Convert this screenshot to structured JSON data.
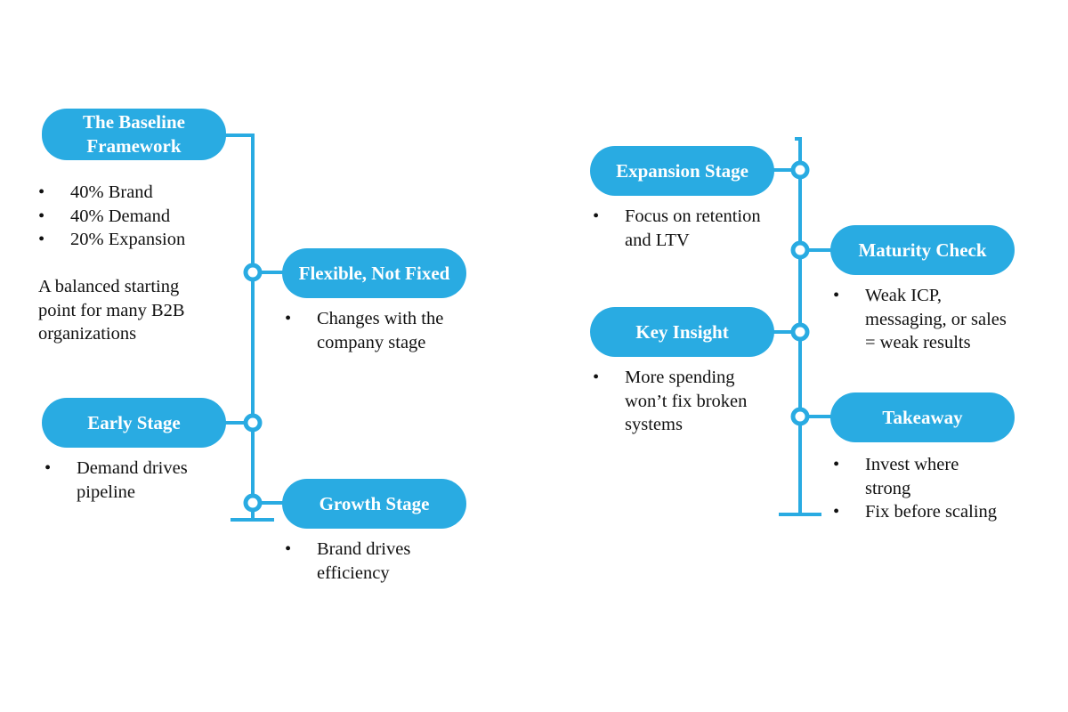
{
  "colors": {
    "accent": "#29abe2",
    "text": "#111111",
    "background": "#ffffff"
  },
  "left": {
    "baseline": {
      "title_line1": "The Baseline",
      "title_line2": "Framework",
      "bullets": [
        "40% Brand",
        "40% Demand",
        "20% Expansion"
      ],
      "note_line1": "A balanced starting",
      "note_line2": "point for many B2B",
      "note_line3": "organizations"
    },
    "flexible": {
      "title": "Flexible, Not Fixed",
      "bullet_line1": "Changes with the",
      "bullet_line2": "company stage"
    },
    "early": {
      "title": "Early Stage",
      "bullet_line1": "Demand drives",
      "bullet_line2": "pipeline"
    },
    "growth": {
      "title": "Growth Stage",
      "bullet_line1": "Brand drives",
      "bullet_line2": "efficiency"
    }
  },
  "right": {
    "expansion": {
      "title": "Expansion Stage",
      "bullet_line1": "Focus on retention",
      "bullet_line2": "and LTV"
    },
    "maturity": {
      "title": "Maturity Check",
      "bullet_line1": "Weak ICP,",
      "bullet_line2": "messaging, or sales",
      "bullet_line3": "= weak results"
    },
    "insight": {
      "title": "Key Insight",
      "bullet_line1": "More spending",
      "bullet_line2": "won’t fix broken",
      "bullet_line3": "systems"
    },
    "takeaway": {
      "title": "Takeaway",
      "bullet1_line1": "Invest where",
      "bullet1_line2": "strong",
      "bullet2": "Fix before scaling"
    }
  }
}
